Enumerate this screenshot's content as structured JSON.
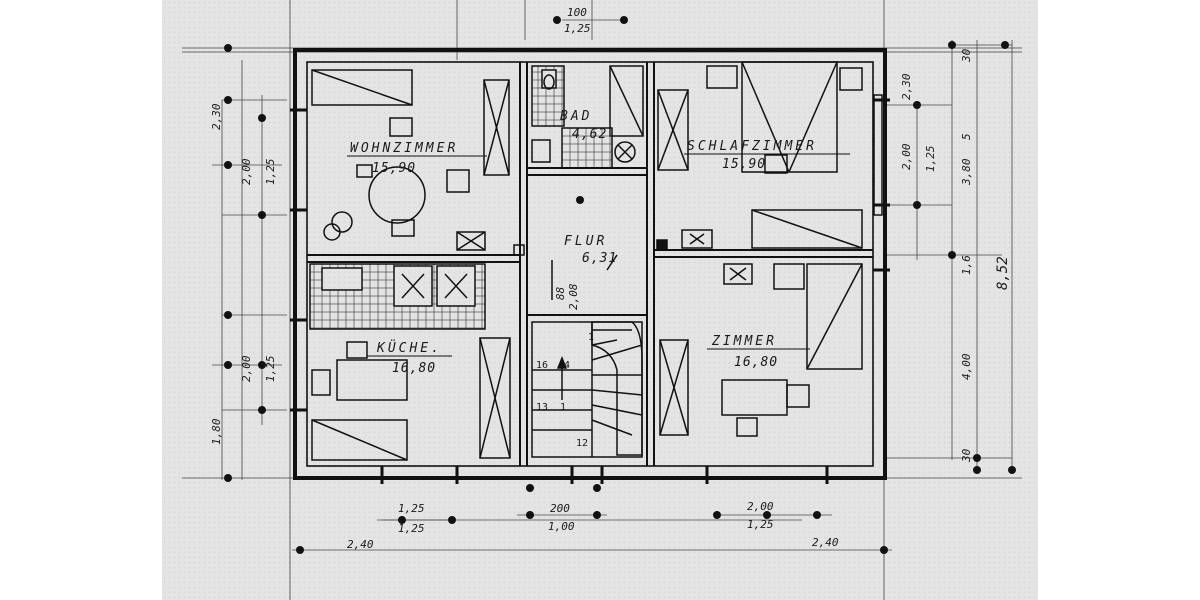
{
  "rooms": {
    "wohnzimmer": {
      "name": "WOHNZIMMER",
      "area": "15,90"
    },
    "bad": {
      "name": "BAD",
      "area": "4,62"
    },
    "schlafzimmer": {
      "name": "SCHLAFZIMMER",
      "area": "15,90"
    },
    "flur": {
      "name": "FLUR",
      "area": "6,31"
    },
    "kueche": {
      "name": "KÜCHE.",
      "area": "16,80"
    },
    "zimmer": {
      "name": "ZIMMER",
      "area": "16,80"
    }
  },
  "stairs": {
    "s16": "16",
    "s4": "4",
    "s13": "13",
    "s1": "1",
    "s12": "12",
    "s1b": "1"
  },
  "dimensions": {
    "top_a": "100",
    "top_b": "1,25",
    "bottom_left_a": "1,25",
    "bottom_left_b": "1,25",
    "bottom_mid_a": "200",
    "bottom_mid_b": "1,00",
    "bottom_right_a": "2,00",
    "bottom_right_b": "1,25",
    "bottom_far_left": "2,40",
    "bottom_far_right": "2,40",
    "left_1": "2,30",
    "left_2a": "2,00",
    "left_2b": "1,25",
    "left_3a": "2,00",
    "left_3b": "1,25",
    "left_4": "1,80",
    "right_1": "2,30",
    "right_2a": "2,00",
    "right_2b": "1,25",
    "right_3": "3,80",
    "right_3b": "5",
    "right_4": "1,6",
    "right_5": "4,00",
    "right_top": "30",
    "right_bottom": "30",
    "total_height": "8,52",
    "flur_door_a": "2,08",
    "flur_door_b": "88"
  },
  "colors": {
    "paper": "#e4e4e4",
    "ink": "#1a1a1a",
    "margin": "#ffffff"
  }
}
